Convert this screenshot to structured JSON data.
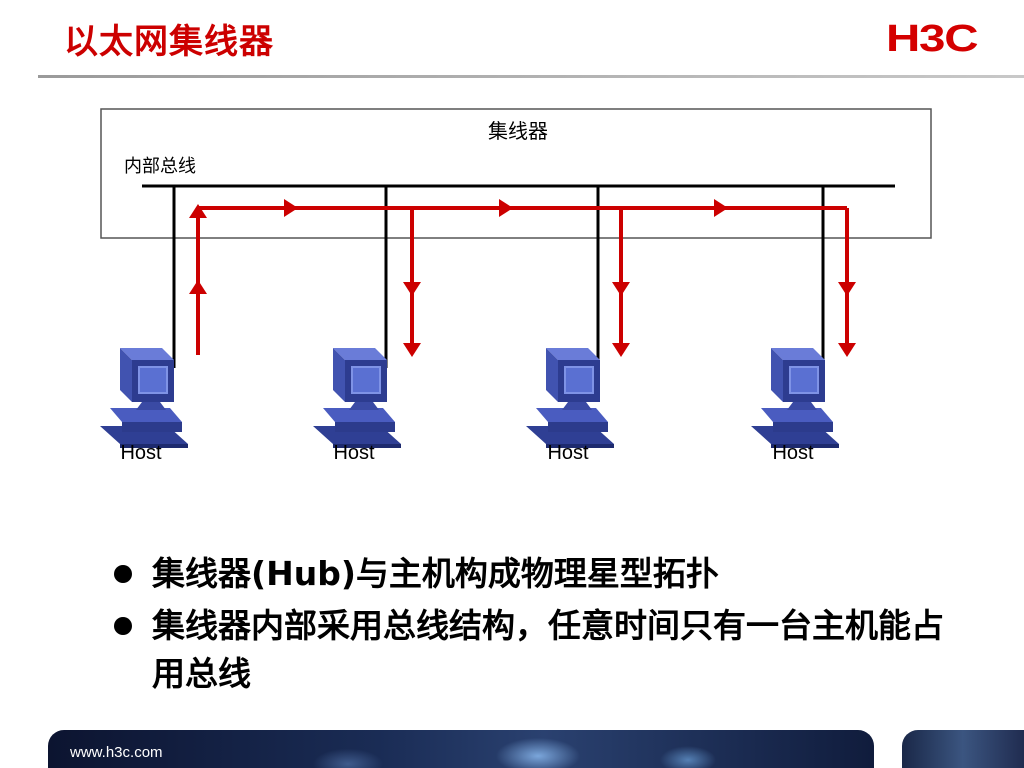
{
  "title": "以太网集线器",
  "logo": "H3C",
  "diagram": {
    "hub_label": "集线器",
    "bus_label": "内部总线",
    "host_labels": [
      "Host",
      "Host",
      "Host",
      "Host"
    ]
  },
  "bullets": [
    {
      "text": "集线器(Hub)与主机构成物理星型拓扑"
    },
    {
      "text": "集线器内部采用总线结构，任意时间只有一台主机能占用总线"
    }
  ],
  "footer": {
    "url": "www.h3c.com"
  },
  "colors": {
    "title": "#cc0000",
    "signal": "#cc0000",
    "host": "#3a4fa8"
  }
}
